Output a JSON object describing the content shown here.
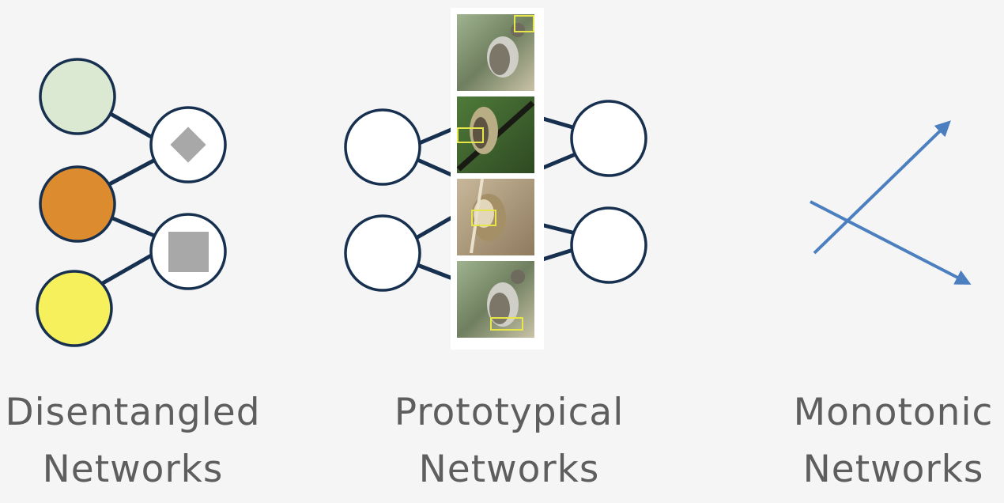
{
  "panels": [
    {
      "id": "disentangled",
      "title_line1": "Disentangled",
      "title_line2": "Networks",
      "colors": {
        "input_top": "#dbe9d3",
        "input_mid": "#dc8c2f",
        "input_bottom": "#f6f05c",
        "node_outline": "#17304f",
        "concept_shape": "#a8a8a8"
      },
      "icons": [
        "diamond-icon",
        "square-icon"
      ]
    },
    {
      "id": "prototypical",
      "title_line1": "Prototypical",
      "title_line2": "Networks",
      "colors": {
        "node_fill": "#ffffff",
        "node_outline": "#17304f",
        "highlight_box": "#e6e64a"
      },
      "prototype_images": [
        "bird-photo",
        "bird-photo",
        "bird-photo",
        "bird-photo"
      ]
    },
    {
      "id": "monotonic",
      "title_line1": "Monotonic",
      "title_line2": "Networks",
      "colors": {
        "arrow": "#4c7fc0"
      },
      "icons": [
        "arrow-up-right-icon",
        "arrow-down-right-icon"
      ]
    }
  ],
  "background": "#f5f5f5"
}
